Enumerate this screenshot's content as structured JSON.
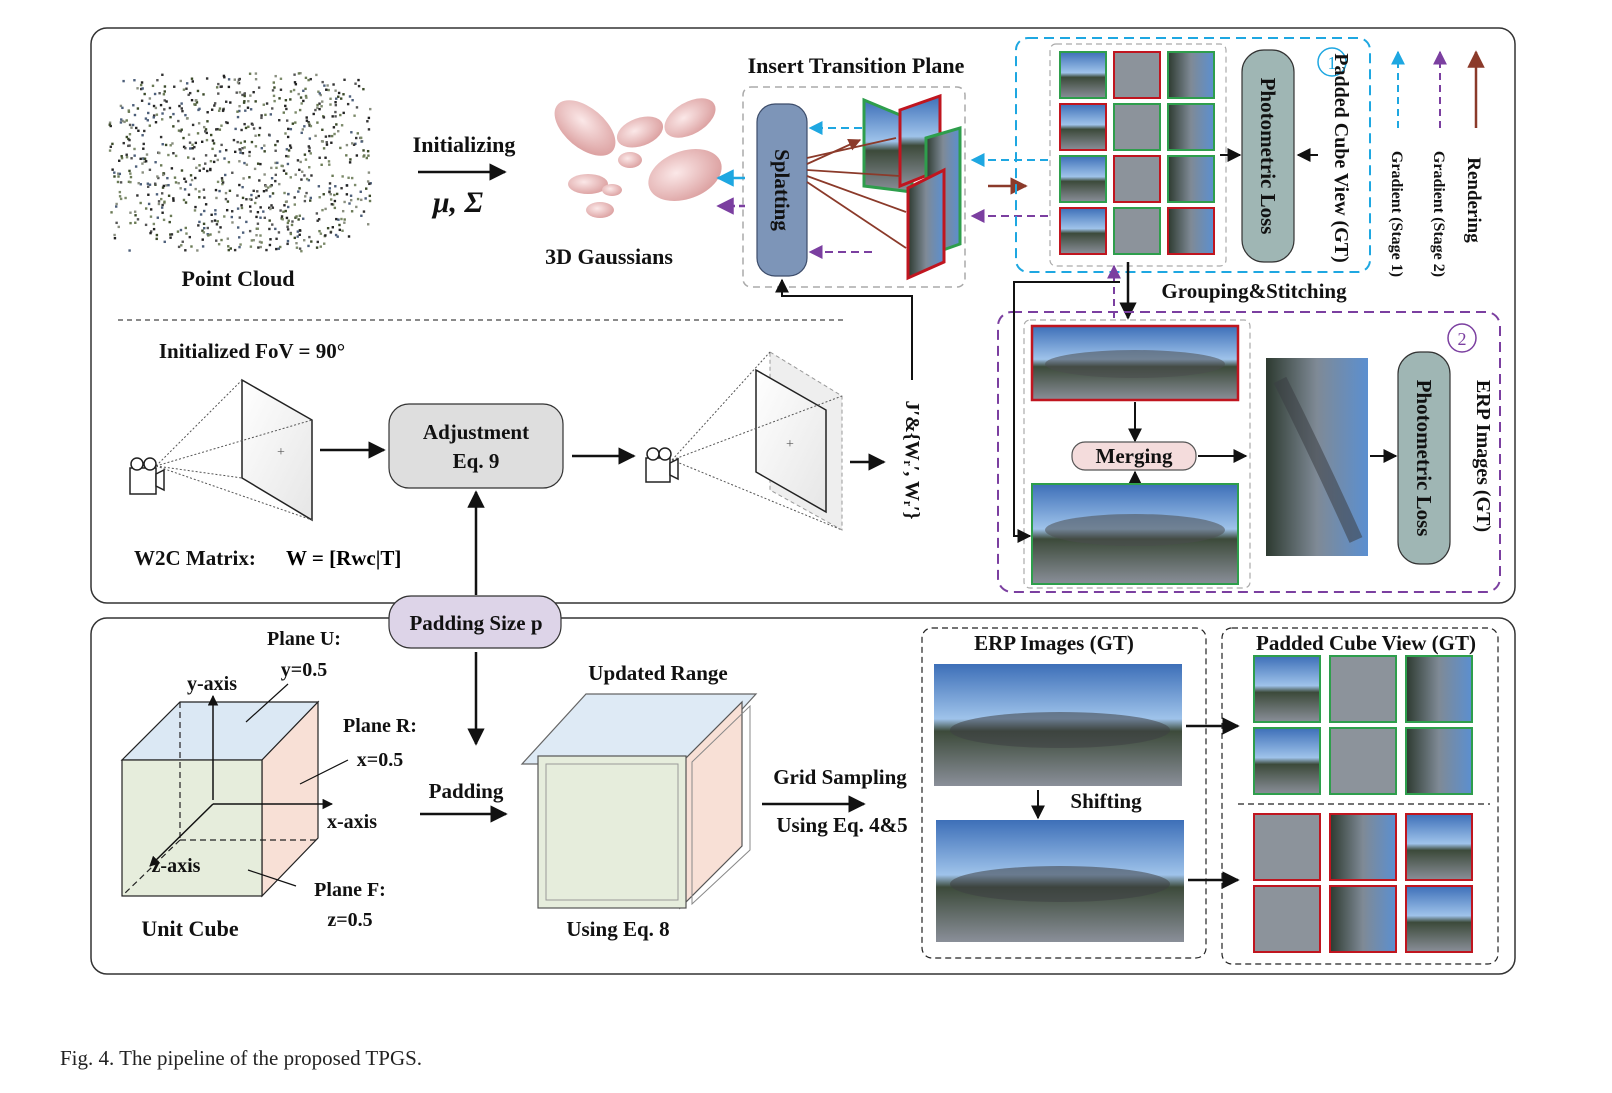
{
  "top_panel": {
    "point_cloud_label": "Point Cloud",
    "initializing_label": "Initializing",
    "mu_sigma_label": "μ, Σ",
    "gaussians_label": "3D Gaussians",
    "insert_plane_title": "Insert Transition Plane",
    "splatting_label": "Splatting",
    "stage1_number": "1",
    "stage1_gt_label": "Padded Cube View (GT)",
    "stage2_number": "2",
    "stage2_gt_label": "ERP Images (GT)",
    "photometric_loss_label": "Photometric Loss",
    "grouping_label": "Grouping&Stitching",
    "merging_label": "Merging",
    "legend": {
      "rendering": "Rendering",
      "gradient_stage2": "Gradient (Stage 2)",
      "gradient_stage1": "Gradient (Stage 1)"
    },
    "fov_label": "Initialized FoV = 90°",
    "adjustment_label": "Adjustment",
    "adjustment_eq": "Eq. 9",
    "jw_label": "J′&{Wᵣ′, Wᵣ′}",
    "w2c_label": "W2C Matrix:",
    "w2c_formula": "W = [Rwc|T]"
  },
  "bottom_panel": {
    "padding_size_label": "Padding Size p",
    "plane_u_label": "Plane U:",
    "plane_u_value": "y=0.5",
    "y_axis_label": "y-axis",
    "plane_r_label": "Plane R:",
    "plane_r_value": "x=0.5",
    "x_axis_label": "x-axis",
    "z_axis_label": "z-axis",
    "plane_f_label": "Plane F:",
    "plane_f_value": "z=0.5",
    "unit_cube_label": "Unit Cube",
    "padding_label": "Padding",
    "updated_range_label": "Updated Range",
    "using_eq8_label": "Using Eq. 8",
    "grid_sampling_label": "Grid Sampling",
    "using_eq45_label": "Using Eq. 4&5",
    "erp_title": "ERP Images (GT)",
    "shifting_label": "Shifting",
    "padded_cube_title": "Padded Cube View (GT)"
  },
  "caption": "Fig. 4.  The pipeline of the proposed TPGS.",
  "colors": {
    "stage1_blue": "#1ea7e1",
    "stage2_purple": "#7b3fa0",
    "rendering_red": "#8b3a2a",
    "gt_red": "#c0151f",
    "erp_orange": "#e07b1a",
    "splat_fill": "#7d95b8",
    "loss_fill": "#9fb6b4",
    "padding_fill": "#ddd4e8",
    "merging_fill": "#f4dcdc"
  }
}
